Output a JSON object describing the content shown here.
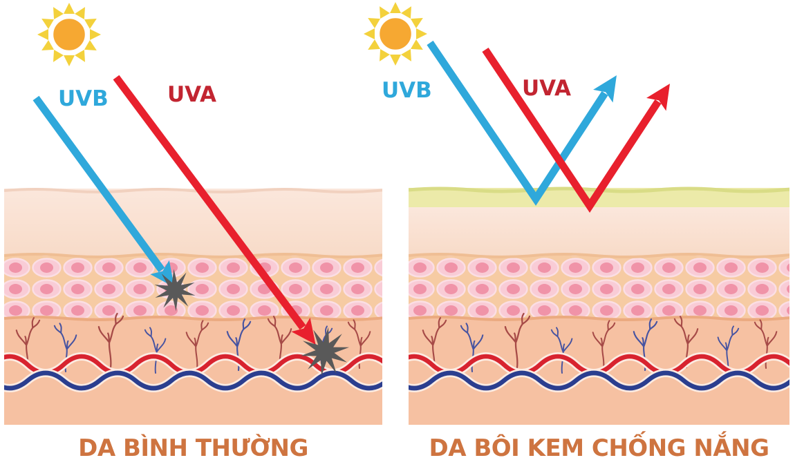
{
  "title": "UVA/UVB skin sunscreen comparison diagram",
  "panels": [
    {
      "id": "normal-skin",
      "caption": "DA BÌNH THƯỜNG",
      "uvb_label": "UVB",
      "uva_label": "UVA"
    },
    {
      "id": "sunscreen-skin",
      "caption": "DA BÔI KEM CHỐNG NẮNG",
      "uvb_label": "UVB",
      "uva_label": "UVA"
    }
  ],
  "colors": {
    "uvb_blue": "#2FA8DB",
    "uva_text_red": "#C22531",
    "ray_arrow_red": "#E8202D",
    "caption_orange": "#CE7440",
    "sun_core": "#F6A832",
    "sun_rays": "#F3D13C",
    "sunscreen_layer": "#ECEAA9",
    "epidermis": "#FAE4D8",
    "cell_layer_bg": "#F6CBA3",
    "cell_body": "#F9CCD6",
    "cell_nucleus": "#F093A8",
    "dermis": "#F6C1A2",
    "artery_red": "#D8232F",
    "vein_blue": "#2B3E8F",
    "capillary_red": "#A64A47",
    "capillary_blue": "#4653A1",
    "damage_starburst": "#595959"
  }
}
